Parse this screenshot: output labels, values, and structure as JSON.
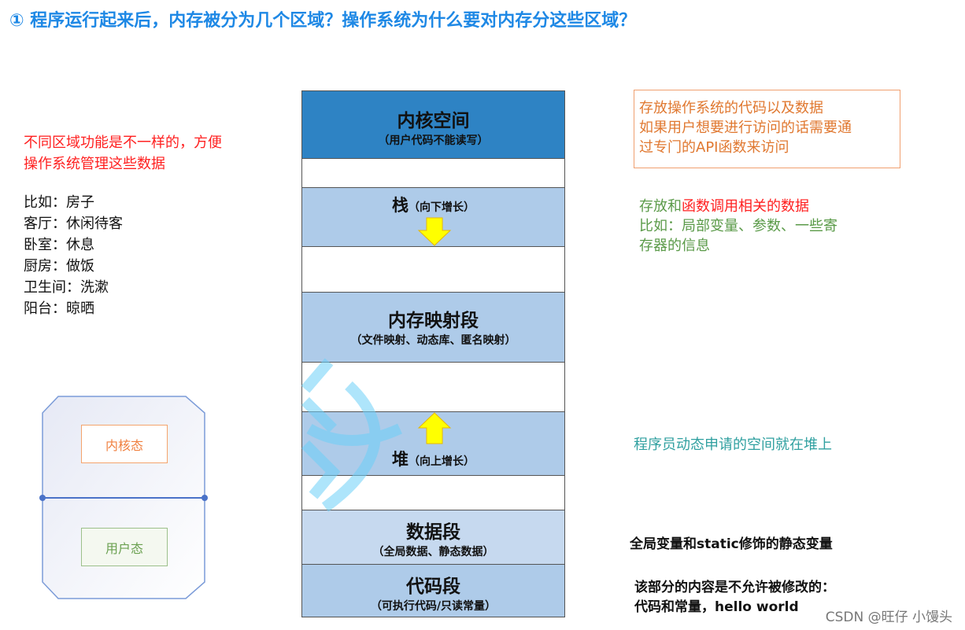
{
  "title": "① 程序运行起来后，内存被分为几个区域？操作系统为什么要对内存分这些区域？",
  "left": {
    "reason_lines": [
      "不同区域功能是不一样的，方便",
      "操作系统管理这些数据"
    ],
    "examples": [
      "比如：房子",
      "客厅：休闲待客",
      "卧室：休息",
      "厨房：做饭",
      "卫生间：洗漱",
      "阳台：晾晒"
    ],
    "kernel_mode": "内核态",
    "user_mode": "用户态"
  },
  "memory": {
    "kernel": {
      "title": "内核空间",
      "sub": "（用户代码不能读写）"
    },
    "stack": {
      "title": "栈",
      "sub": "（向下增长）"
    },
    "mmap": {
      "title": "内存映射段",
      "sub": "（文件映射、动态库、匿名映射）"
    },
    "heap": {
      "title": "堆",
      "sub": "（向上增长）"
    },
    "data": {
      "title": "数据段",
      "sub": "（全局数据、静态数据）"
    },
    "code": {
      "title": "代码段",
      "sub": "（可执行代码/只读常量）"
    }
  },
  "notes": {
    "kernel": [
      "存放操作系统的代码以及数据",
      "如果用户想要进行访问的话需要通",
      "过专门的API函数来访问"
    ],
    "stack_a": "存放和",
    "stack_b": "函数调用相关的数据",
    "stack_lines": [
      "比如：局部变量、参数、一些寄",
      "存器的信息"
    ],
    "heap": "程序员动态申请的空间就在堆上",
    "data": "全局变量和static修饰的静态变量",
    "code": [
      "该部分的内容是不允许被修改的：",
      "代码和常量，hello world"
    ]
  },
  "watermark": "CSDN @旺仔 小馒头"
}
